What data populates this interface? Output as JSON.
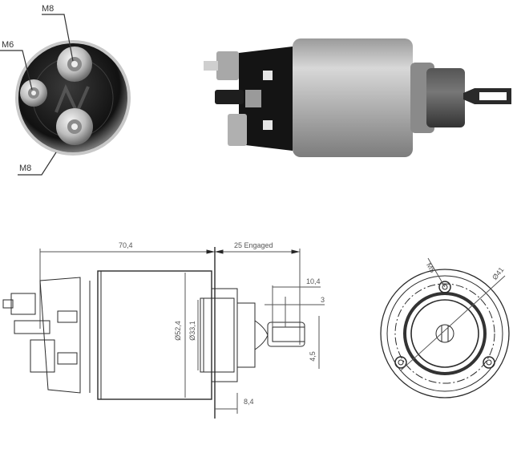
{
  "product": {
    "type": "starter solenoid",
    "views": [
      "end-view-photo",
      "side-view-photo",
      "side-elevation-drawing",
      "end-elevation-drawing"
    ]
  },
  "photo_end_view": {
    "callouts": [
      {
        "id": "top",
        "label": "M8"
      },
      {
        "id": "left",
        "label": "M6"
      },
      {
        "id": "bottom",
        "label": "M8"
      }
    ]
  },
  "side_drawing": {
    "dimensions": {
      "overall_length": "70,4",
      "plunger_engaged": "25 Engaged",
      "eye_length": "10,4",
      "eye_offset": "3",
      "eye_hole": "4,5",
      "body_diameter": "Ø52,4",
      "boss_diameter": "Ø33,1",
      "flange_width": "8,4"
    }
  },
  "end_drawing": {
    "dimensions": {
      "thread": "M5",
      "bolt_circle": "Ø41"
    }
  },
  "colors": {
    "line": "#2a2a2a",
    "dim_line": "#555555",
    "body_metal": "#a9a9a9",
    "cap_black": "#1a1a1a"
  }
}
